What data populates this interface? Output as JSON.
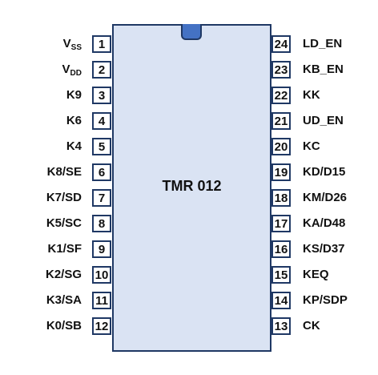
{
  "chip": {
    "label": "TMR 012"
  },
  "left_pins": [
    {
      "num": "1",
      "name": "V",
      "sub": "SS"
    },
    {
      "num": "2",
      "name": "V",
      "sub": "DD"
    },
    {
      "num": "3",
      "name": "K9"
    },
    {
      "num": "4",
      "name": "K6"
    },
    {
      "num": "5",
      "name": "K4"
    },
    {
      "num": "6",
      "name": "K8/SE"
    },
    {
      "num": "7",
      "name": "K7/SD"
    },
    {
      "num": "8",
      "name": "K5/SC"
    },
    {
      "num": "9",
      "name": "K1/SF"
    },
    {
      "num": "10",
      "name": "K2/SG"
    },
    {
      "num": "11",
      "name": "K3/SA"
    },
    {
      "num": "12",
      "name": "K0/SB"
    }
  ],
  "right_pins": [
    {
      "num": "24",
      "name": "LD_EN"
    },
    {
      "num": "23",
      "name": "KB_EN"
    },
    {
      "num": "22",
      "name": "KK"
    },
    {
      "num": "21",
      "name": "UD_EN"
    },
    {
      "num": "20",
      "name": "KC"
    },
    {
      "num": "19",
      "name": "KD/D15"
    },
    {
      "num": "18",
      "name": "KM/D26"
    },
    {
      "num": "17",
      "name": "KA/D48"
    },
    {
      "num": "16",
      "name": "KS/D37"
    },
    {
      "num": "15",
      "name": "KEQ"
    },
    {
      "num": "14",
      "name": "KP/SDP"
    },
    {
      "num": "13",
      "name": "CK"
    }
  ],
  "colors": {
    "chip_fill": "#dae3f3",
    "outline": "#1f3864",
    "notch": "#4472c4",
    "text": "#111111"
  }
}
